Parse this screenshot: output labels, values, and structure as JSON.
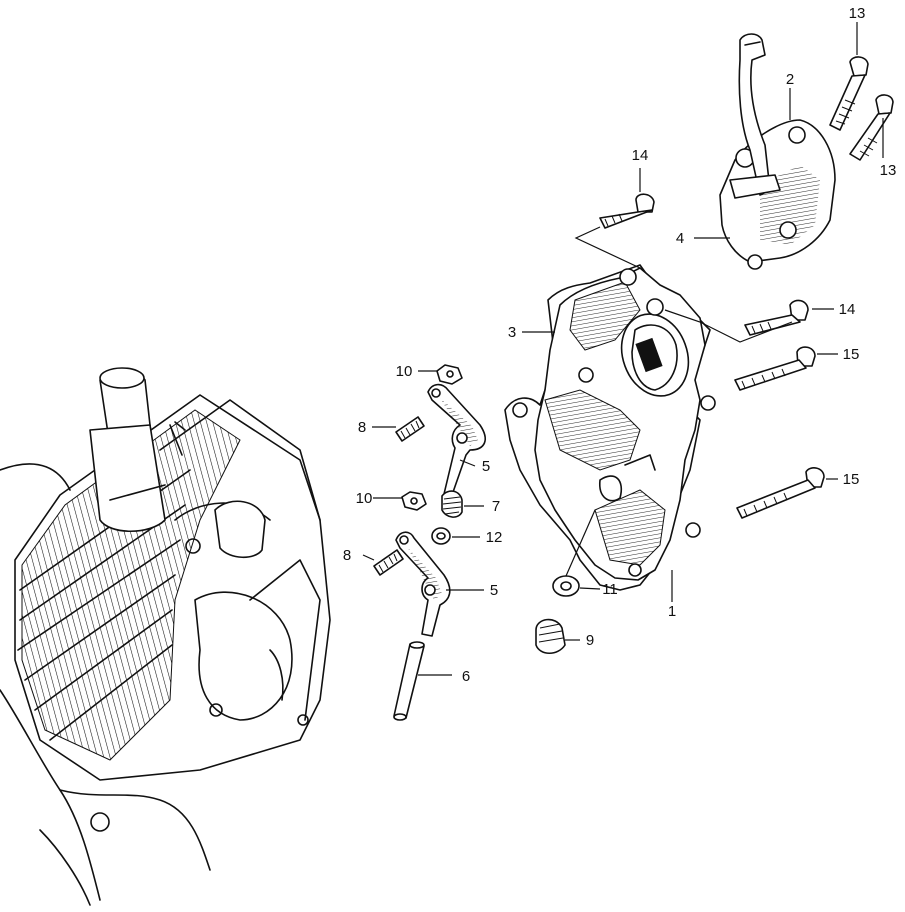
{
  "callouts": {
    "c1": "1",
    "c2": "2",
    "c3": "3",
    "c4": "4",
    "c5a": "5",
    "c5b": "5",
    "c6": "6",
    "c7": "7",
    "c8a": "8",
    "c8b": "8",
    "c9": "9",
    "c10a": "10",
    "c10b": "10",
    "c11": "11",
    "c12": "12",
    "c13a": "13",
    "c13b": "13",
    "c14a": "14",
    "c14b": "14",
    "c15a": "15",
    "c15b": "15"
  }
}
